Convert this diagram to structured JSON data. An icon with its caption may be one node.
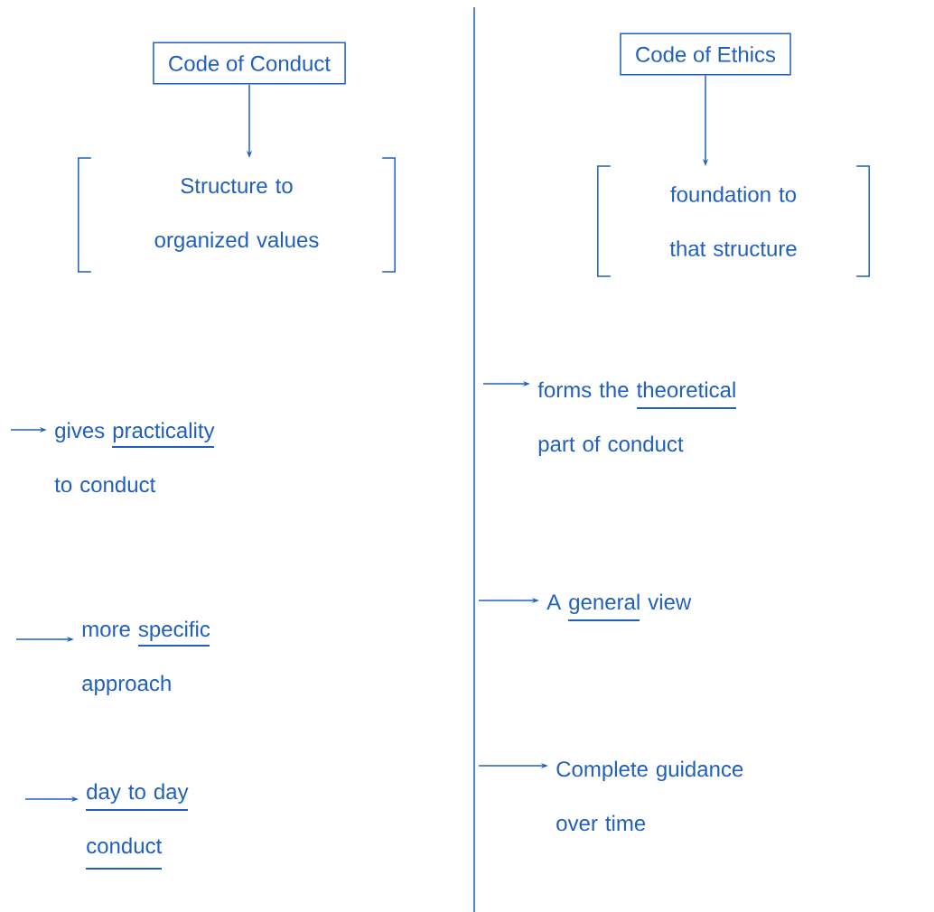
{
  "diagram": {
    "nodes": [
      {
        "text": [
          "Code of Conduct"
        ]
      },
      {
        "text": [
          "Structure to organized values"
        ]
      },
      {
        "text": [
          "Code of Ethics"
        ]
      },
      {
        "text": [
          "foundation to that structure"
        ]
      },
      {
        "text": [
          "gives practicality to conduct"
        ]
      },
      {
        "text": [
          "more specific approach"
        ]
      },
      {
        "text": [
          "day to day conduct"
        ]
      },
      {
        "text": [
          "forms the theoretical part of conduct"
        ]
      },
      {
        "text": [
          "A general view"
        ]
      },
      {
        "text": [
          "Complete guidance over time"
        ]
      }
    ],
    "edges": [
      {
        "from": 0,
        "to": 1,
        "arrow": "to"
      },
      {
        "from": 2,
        "to": 3,
        "arrow": "to"
      },
      {
        "from": null,
        "to": 4,
        "arrow": "to"
      },
      {
        "from": null,
        "to": 5,
        "arrow": "to"
      },
      {
        "from": null,
        "to": 6,
        "arrow": "to"
      },
      {
        "from": null,
        "to": 7,
        "arrow": "to"
      },
      {
        "from": null,
        "to": 8,
        "arrow": "to"
      },
      {
        "from": null,
        "to": 9,
        "arrow": "to"
      }
    ]
  }
}
